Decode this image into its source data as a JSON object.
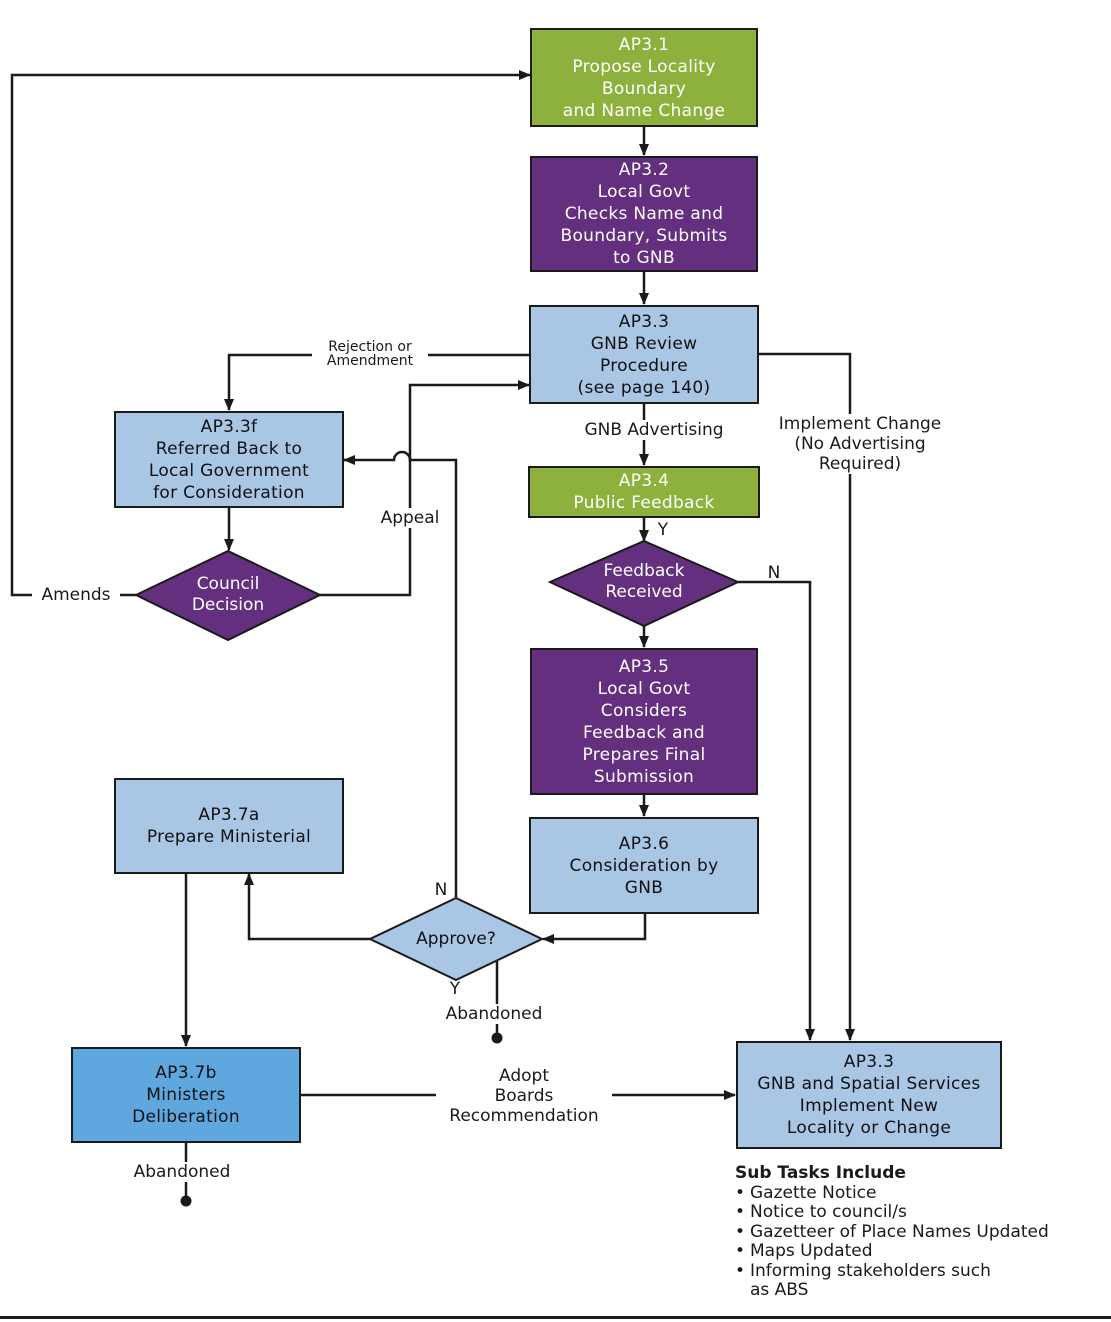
{
  "colors": {
    "green": "#8db13c",
    "purple": "#642f7f",
    "light_blue": "#a9c6e5",
    "mid_blue": "#5ea7df",
    "line": "#1a1a1a"
  },
  "nodes": {
    "ap31": [
      "AP3.1",
      "Propose Locality",
      "Boundary",
      "and Name Change"
    ],
    "ap32": [
      "AP3.2",
      "Local Govt",
      "Checks Name and",
      "Boundary, Submits",
      "to GNB"
    ],
    "ap33": [
      "AP3.3",
      "GNB Review",
      "Procedure",
      "(see page 140)"
    ],
    "ap33f": [
      "AP3.3f",
      "Referred Back to",
      "Local Government",
      "for Consideration"
    ],
    "ap34": [
      "AP3.4",
      "Public Feedback"
    ],
    "ap35": [
      "AP3.5",
      "Local Govt",
      "Considers",
      "Feedback and",
      "Prepares Final",
      "Submission"
    ],
    "ap36": [
      "AP3.6",
      "Consideration by",
      "GNB"
    ],
    "ap37a": [
      "AP3.7a",
      "Prepare Ministerial"
    ],
    "ap37b": [
      "AP3.7b",
      "Ministers",
      "Deliberation"
    ],
    "ap33_impl": [
      "AP3.3",
      "GNB and Spatial Services",
      "Implement New",
      "Locality or Change"
    ]
  },
  "decisions": {
    "council": [
      "Council",
      "Decision"
    ],
    "feedback": [
      "Feedback",
      "Received"
    ],
    "approve": [
      "Approve?"
    ]
  },
  "labels": {
    "rejection": [
      "Rejection or",
      "Amendment"
    ],
    "gnb_advertising": "GNB Advertising",
    "implement_change": [
      "Implement Change",
      "(No Advertising",
      "Required)"
    ],
    "appeal": "Appeal",
    "amends": "Amends",
    "feedback_yes": "Y",
    "feedback_no": "N",
    "approve_yes": "Y",
    "approve_no": "N",
    "abandoned_approve": "Abandoned",
    "abandoned_minister": "Abandoned",
    "adopt": [
      "Adopt",
      "Boards",
      "Recommendation"
    ]
  },
  "subtasks": {
    "title": "Sub Tasks Include",
    "items": [
      "Gazette Notice",
      "Notice to council/s",
      "Gazetteer of Place Names Updated",
      "Maps Updated",
      "Informing stakeholders such as ABS"
    ]
  }
}
